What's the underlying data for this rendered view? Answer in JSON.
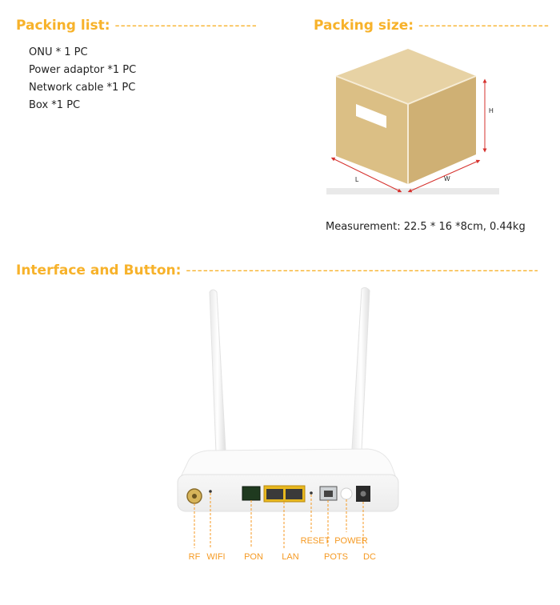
{
  "packing_list": {
    "title": "Packing list:",
    "dashes": "----------------------------------",
    "items": [
      "ONU * 1 PC",
      "Power adaptor *1 PC",
      "Network cable *1 PC",
      "Box *1 PC"
    ]
  },
  "packing_size": {
    "title": "Packing size:",
    "dashes": "-------------------------------",
    "dim_labels": {
      "height": "H",
      "length": "L",
      "width": "W"
    },
    "measurement": "Measurement: 22.5 * 16 *8cm, 0.44kg"
  },
  "interface": {
    "title": "Interface and Button:",
    "dashes": "------------------------------------------------------------------------------------------",
    "ports": [
      "RF",
      "WIFI",
      "PON",
      "LAN",
      "RESET",
      "POTS",
      "POWER",
      "DC"
    ]
  },
  "colors": {
    "accent": "#f7b22a",
    "label": "#f59a23",
    "box": "#dcc28c",
    "arrow": "#d6322e"
  },
  "icons": {
    "box": "cardboard-box-illustration",
    "router": "onu-router-with-antennas"
  }
}
